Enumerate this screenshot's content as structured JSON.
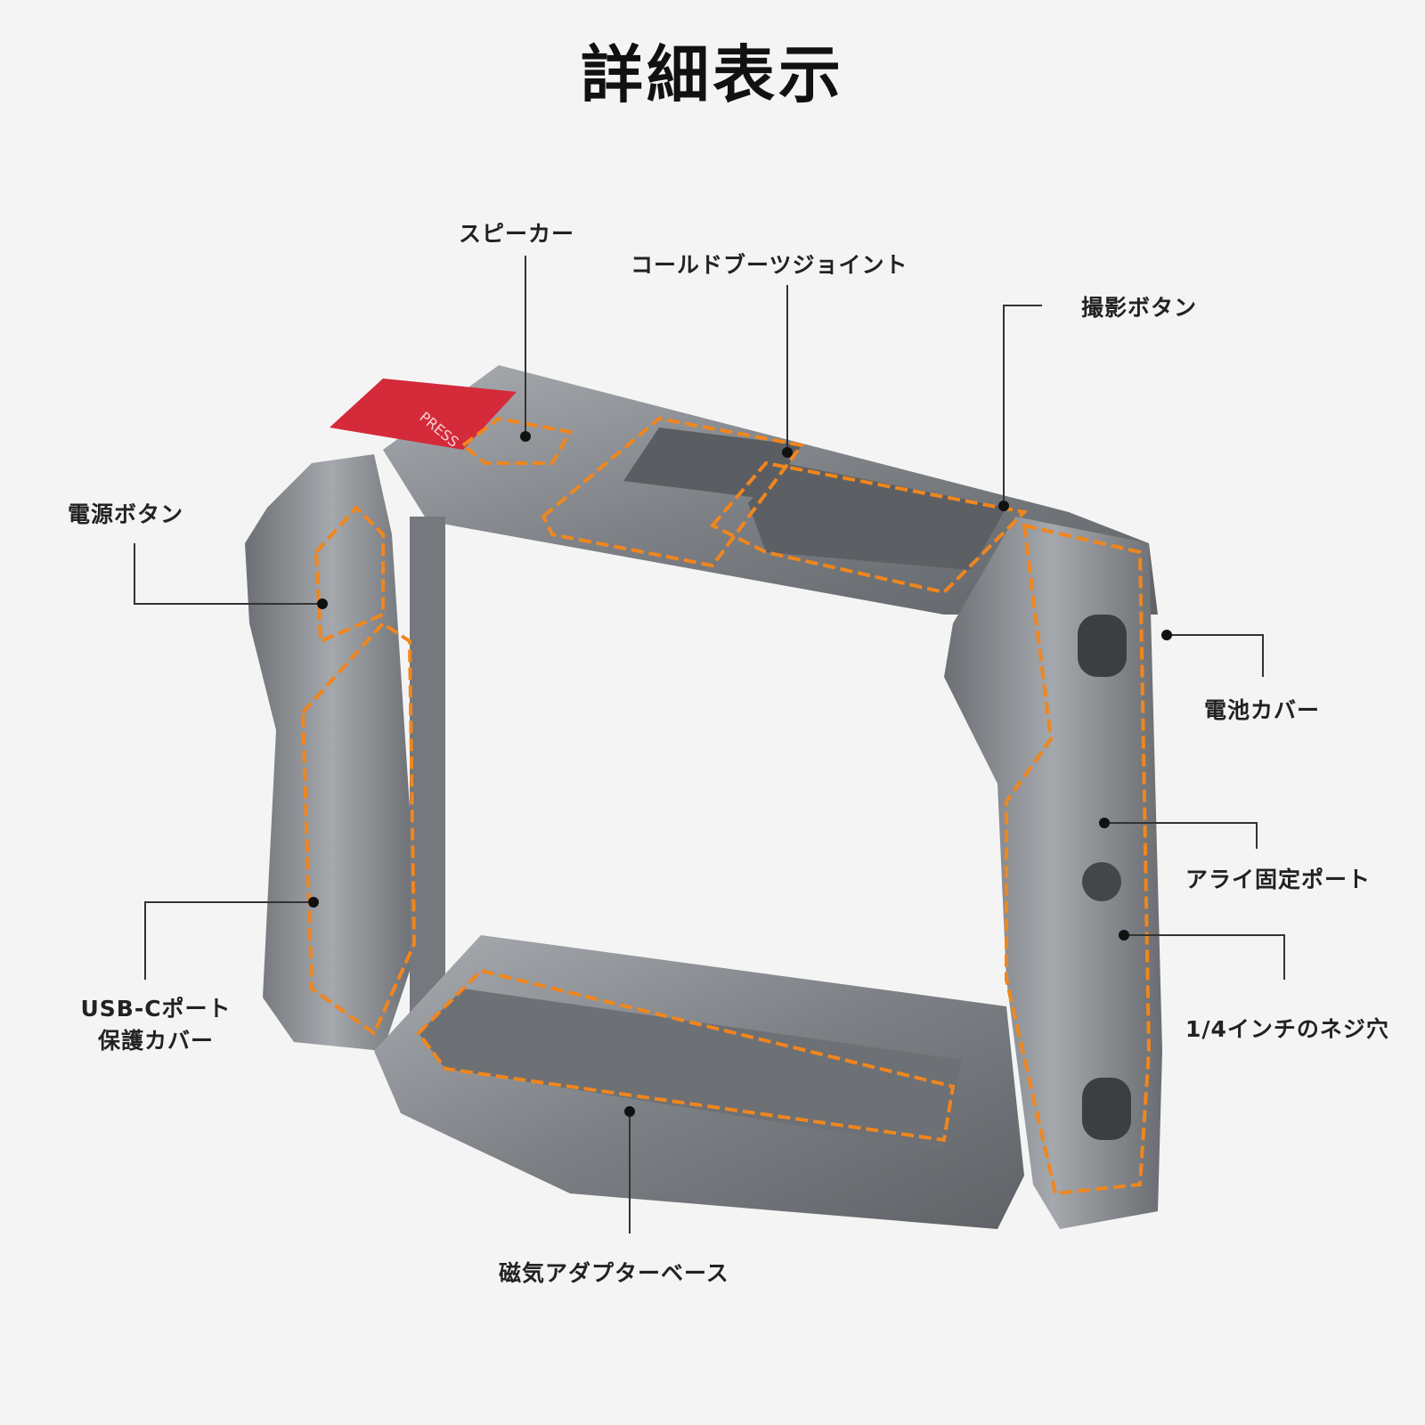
{
  "title": "詳細表示",
  "press_label": "PRESS",
  "labels": {
    "speaker": "スピーカー",
    "cold_shoe": "コールドブーツジョイント",
    "shutter_button": "撮影ボタン",
    "power_button": "電源ボタン",
    "battery_cover": "電池カバー",
    "arri_port": "アライ固定ポート",
    "screw_hole": "1/4インチのネジ穴",
    "usb_line1": "USB-Cポート",
    "usb_line2": "保護カバー",
    "magnetic_base": "磁気アダプターベース"
  },
  "colors": {
    "accent": "#f0861e",
    "metal": "#8a8d91",
    "latch": "#d42a3a"
  }
}
